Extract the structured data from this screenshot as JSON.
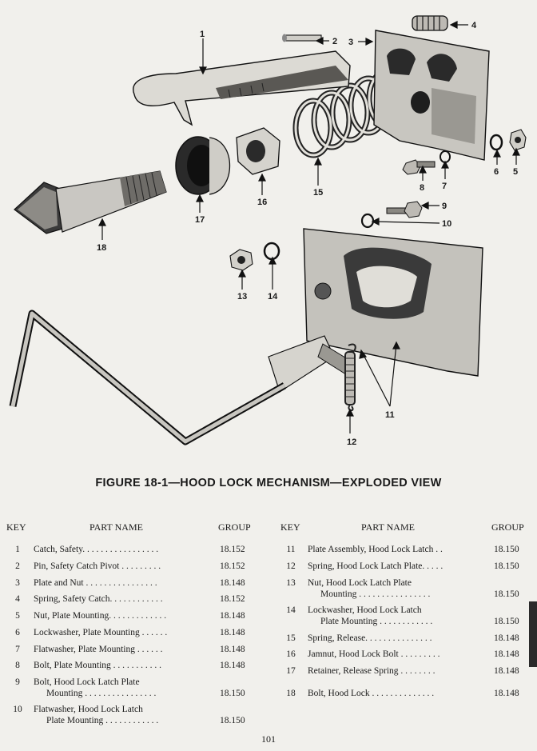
{
  "figure": {
    "caption": "FIGURE 18-1—HOOD LOCK MECHANISM—EXPLODED VIEW",
    "callouts": [
      "1",
      "2",
      "3",
      "4",
      "5",
      "6",
      "7",
      "8",
      "9",
      "10",
      "11",
      "11",
      "12",
      "13",
      "14",
      "15",
      "16",
      "17",
      "18"
    ]
  },
  "table": {
    "headers": {
      "key": "KEY",
      "part_name": "PART NAME",
      "group": "GROUP"
    },
    "left": [
      {
        "key": "1",
        "line1": "Catch, Safety. . . . . . . . . . . . . . . . .",
        "line2": "",
        "group": "18.152"
      },
      {
        "key": "2",
        "line1": "Pin, Safety Catch Pivot . . . . . . . . .",
        "line2": "",
        "group": "18.152"
      },
      {
        "key": "3",
        "line1": "Plate and Nut . . . . . . . . . . . . . . . .",
        "line2": "",
        "group": "18.148"
      },
      {
        "key": "4",
        "line1": "Spring, Safety Catch. . . . . . . . . . . .",
        "line2": "",
        "group": "18.152"
      },
      {
        "key": "5",
        "line1": "Nut, Plate Mounting. . . . . . . . . . . . .",
        "line2": "",
        "group": "18.148"
      },
      {
        "key": "6",
        "line1": "Lockwasher, Plate Mounting . . . . . .",
        "line2": "",
        "group": "18.148"
      },
      {
        "key": "7",
        "line1": "Flatwasher, Plate Mounting . . . . . .",
        "line2": "",
        "group": "18.148"
      },
      {
        "key": "8",
        "line1": "Bolt, Plate Mounting . . . . . . . . . . .",
        "line2": "",
        "group": "18.148"
      },
      {
        "key": "9",
        "line1": "Bolt, Hood Lock Latch Plate",
        "line2": "Mounting . . . . . . . . . . . . . . . .",
        "group": "18.150"
      },
      {
        "key": "10",
        "line1": "Flatwasher, Hood Lock Latch",
        "line2": "Plate Mounting . . . . . . . . . . . .",
        "group": "18.150"
      }
    ],
    "right": [
      {
        "key": "11",
        "line1": "Plate Assembly, Hood Lock Latch . .",
        "line2": "",
        "group": "18.150"
      },
      {
        "key": "12",
        "line1": "Spring, Hood Lock Latch Plate. . . . .",
        "line2": "",
        "group": "18.150"
      },
      {
        "key": "13",
        "line1": "Nut, Hood Lock Latch Plate",
        "line2": "Mounting . . . . . . . . . . . . . . . .",
        "group": "18.150"
      },
      {
        "key": "14",
        "line1": "Lockwasher, Hood Lock Latch",
        "line2": "Plate Mounting . . . . . . . . . . . .",
        "group": "18.150"
      },
      {
        "key": "15",
        "line1": "Spring, Release. . . . . . . . . . . . . . .",
        "line2": "",
        "group": "18.148"
      },
      {
        "key": "16",
        "line1": "Jamnut, Hood Lock Bolt . . . . . . . . .",
        "line2": "",
        "group": "18.148"
      },
      {
        "key": "17",
        "line1": "Retainer, Release Spring . . . . . . . .",
        "line2": "",
        "group": "18.148"
      },
      {
        "key": "18",
        "line1": "Bolt, Hood Lock . . . . . . . . . . . . . .",
        "line2": "",
        "group": "18.148"
      }
    ]
  },
  "page_number": "101",
  "colors": {
    "paper": "#f1f0ec",
    "ink": "#1a1a1a",
    "part_fill": "#d9d7d1",
    "part_dark": "#3a3a3a"
  }
}
